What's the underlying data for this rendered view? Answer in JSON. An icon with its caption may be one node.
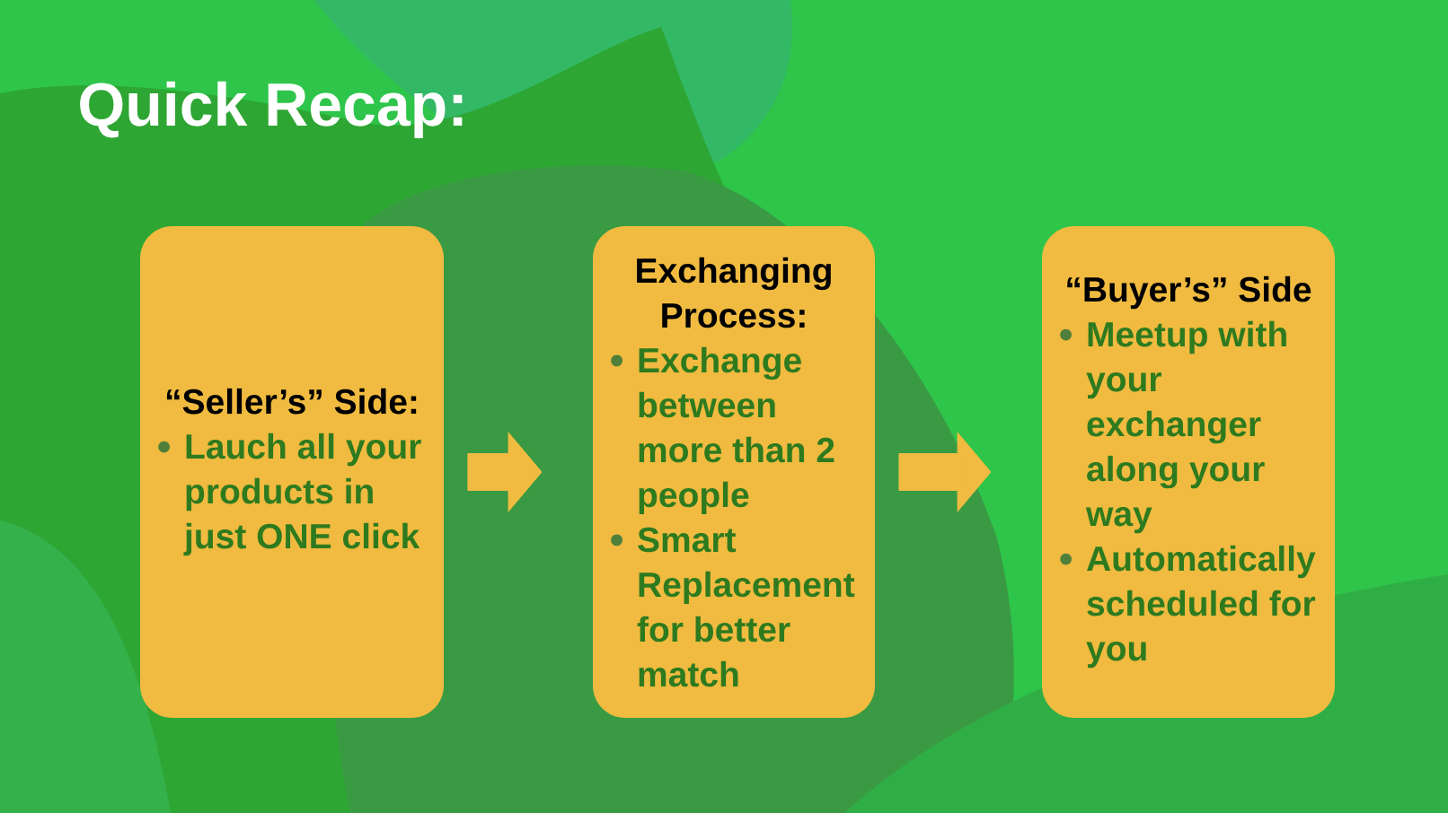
{
  "diagram": {
    "title": "Quick Recap:",
    "nodes": [
      {
        "text": [
          "“Seller’s” Side:",
          "Lauch all your products in just ONE click"
        ]
      },
      {
        "text": [
          "Exchanging Process:",
          "Exchange between more than 2 people",
          "Smart Replacement for better match"
        ]
      },
      {
        "text": [
          "“Buyer’s” Side",
          "Meetup with your exchanger along your way",
          "Automatically scheduled for you"
        ]
      }
    ],
    "edges": [
      {
        "from": 0,
        "to": 1,
        "arrow": "to"
      },
      {
        "from": 1,
        "to": 2,
        "arrow": "to"
      }
    ]
  }
}
